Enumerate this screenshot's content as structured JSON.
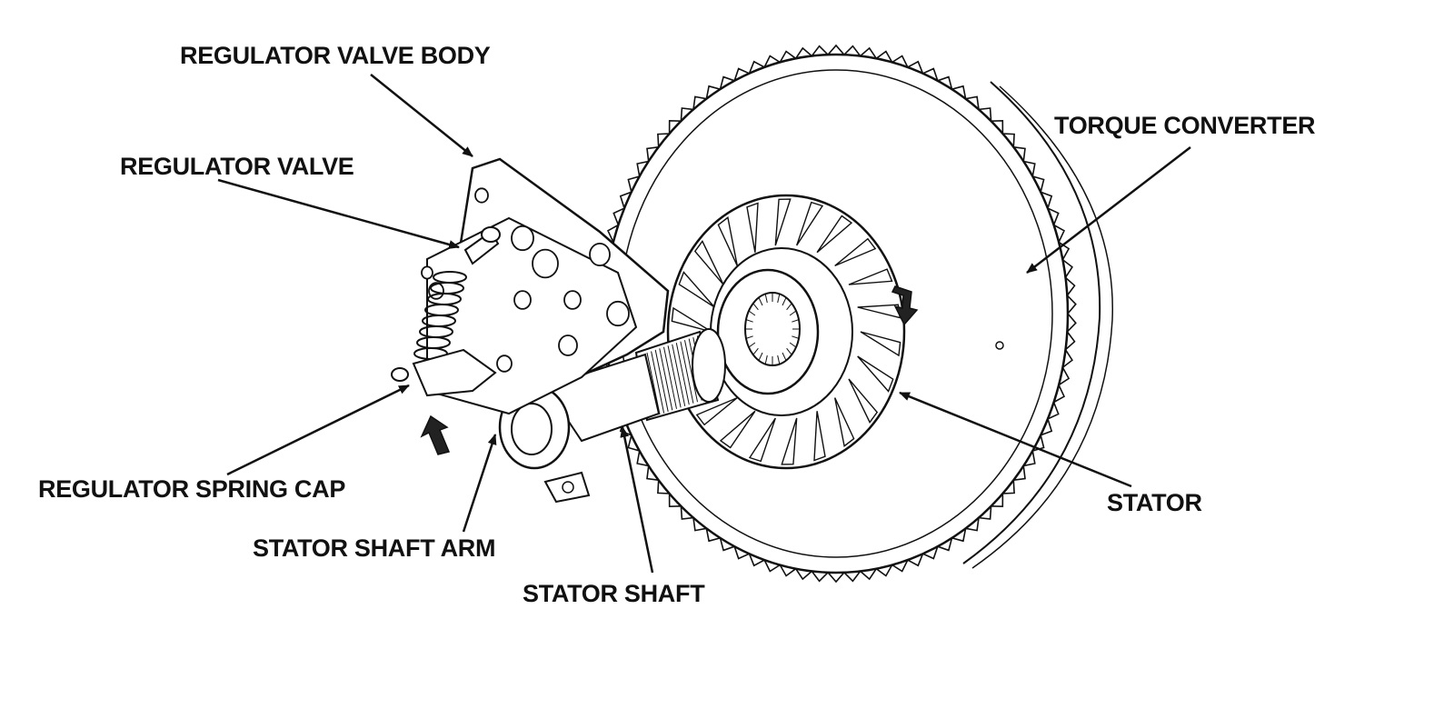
{
  "diagram": {
    "labels": {
      "regulator_valve_body": "REGULATOR VALVE BODY",
      "regulator_valve": "REGULATOR VALVE",
      "torque_converter": "TORQUE CONVERTER",
      "regulator_spring_cap": "REGULATOR SPRING CAP",
      "stator_shaft_arm": "STATOR SHAFT ARM",
      "stator_shaft": "STATOR SHAFT",
      "stator": "STATOR"
    },
    "colors": {
      "ink": "#111111",
      "background": "#ffffff"
    }
  }
}
